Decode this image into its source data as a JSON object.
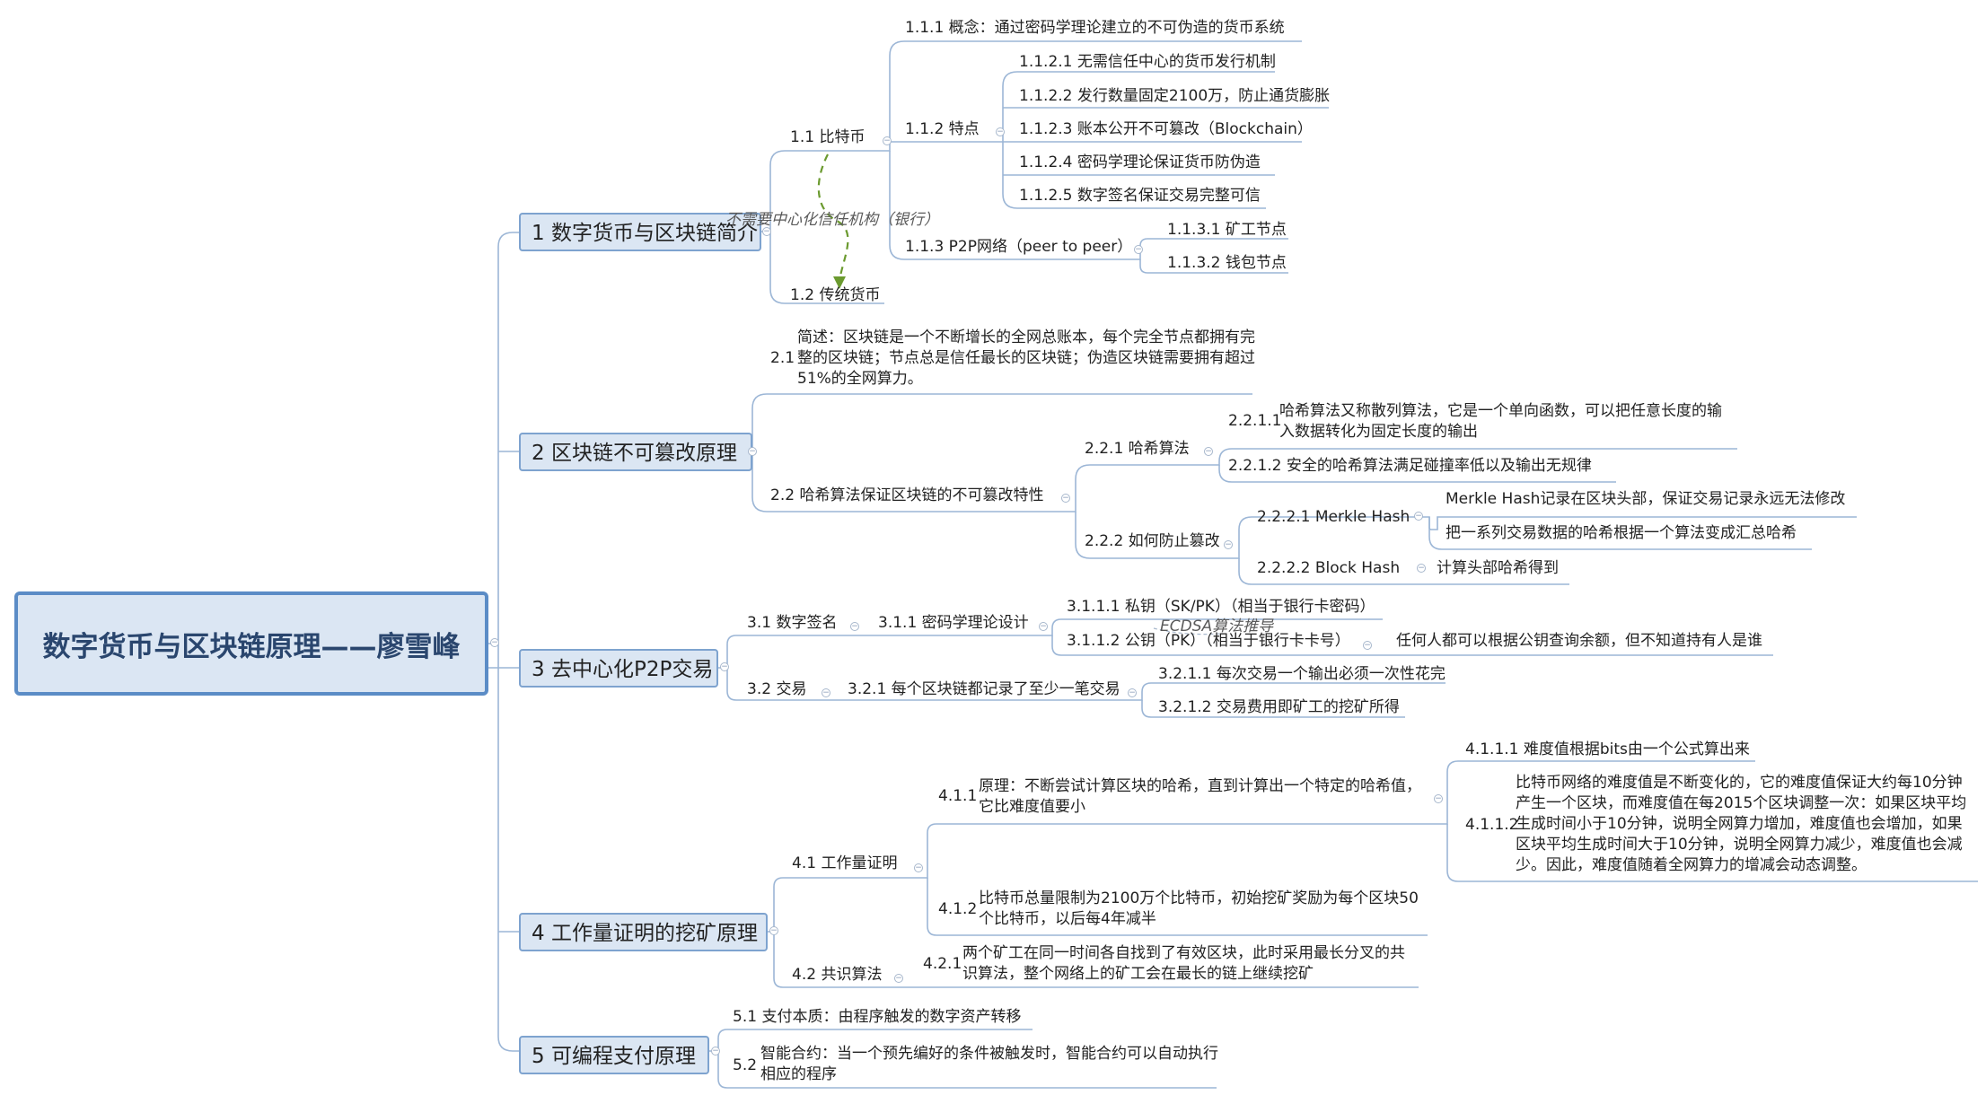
{
  "root": "数字货币与区块链原理——廖雪峰",
  "b1": {
    "label": "1 数字货币与区块链简介",
    "n11": "1.1 比特币",
    "n111": "1.1.1  概念：通过密码学理论建立的不可伪造的货币系统",
    "n112": "1.1.2  特点",
    "n1121": "1.1.2.1  无需信任中心的货币发行机制",
    "n1122": "1.1.2.2  发行数量固定2100万，防止通货膨胀",
    "n1123": "1.1.2.3  账本公开不可篡改（Blockchain）",
    "n1124": "1.1.2.4  密码学理论保证货币防伪造",
    "n1125": "1.1.2.5  数字签名保证交易完整可信",
    "n113": "1.1.3  P2P网络（peer to peer）",
    "n1131": "1.1.3.1  矿工节点",
    "n1132": "1.1.3.2  钱包节点",
    "n12": "1.2  传统货币",
    "relation": "不需要中心化信任机构（银行）"
  },
  "b2": {
    "label": "2 区块链不可篡改原理",
    "n21_num": "2.1",
    "n21_text": "简述：区块链是一个不断增长的全网总账本，每个完全节点都拥有完整的区块链；节点总是信任最长的区块链；伪造区块链需要拥有超过51%的全网算力。",
    "n22": "2.2  哈希算法保证区块链的不可篡改特性",
    "n221": "2.2.1  哈希算法",
    "n2211_num": "2.2.1.1",
    "n2211_text": "哈希算法又称散列算法，它是一个单向函数，可以把任意长度的输入数据转化为固定长度的输出",
    "n2212": "2.2.1.2  安全的哈希算法满足碰撞率低以及输出无规律",
    "n222": "2.2.2  如何防止篡改",
    "n2221": "2.2.2.1  Merkle Hash",
    "n2221a": "Merkle Hash记录在区块头部，保证交易记录永远无法修改",
    "n2221b": "把一系列交易数据的哈希根据一个算法变成汇总哈希",
    "n2222": "2.2.2.2  Block Hash",
    "n2222a": "计算头部哈希得到"
  },
  "b3": {
    "label": "3 去中心化P2P交易",
    "n31": "3.1  数字签名",
    "n311": "3.1.1  密码学理论设计",
    "n3111": "3.1.1.1  私钥（SK/PK）（相当于银行卡密码）",
    "n3112": "3.1.1.2  公钥（PK）（相当于银行卡卡号）",
    "n3112a": "任何人都可以根据公钥查询余额，但不知道持有人是谁",
    "relation": "ECDSA算法推导",
    "n32": "3.2  交易",
    "n321": "3.2.1  每个区块链都记录了至少一笔交易",
    "n3211": "3.2.1.1  每次交易一个输出必须一次性花完",
    "n3212": "3.2.1.2  交易费用即矿工的挖矿所得"
  },
  "b4": {
    "label": "4 工作量证明的挖矿原理",
    "n41": "4.1  工作量证明",
    "n411_num": "4.1.1",
    "n411_text": "原理：不断尝试计算区块的哈希，直到计算出一个特定的哈希值，它比难度值要小",
    "n4111": "4.1.1.1  难度值根据bits由一个公式算出来",
    "n4112_num": "4.1.1.2",
    "n4112_text": "比特币网络的难度值是不断变化的，它的难度值保证大约每10分钟产生一个区块，而难度值在每2015个区块调整一次：如果区块平均生成时间小于10分钟，说明全网算力增加，难度值也会增加，如果区块平均生成时间大于10分钟，说明全网算力减少，难度值也会减少。因此，难度值随着全网算力的增减会动态调整。",
    "n412_num": "4.1.2",
    "n412_text": "比特币总量限制为2100万个比特币，初始挖矿奖励为每个区块50个比特币，以后每4年减半",
    "n42": "4.2  共识算法",
    "n421_num": "4.2.1",
    "n421_text": "两个矿工在同一时间各自找到了有效区块，此时采用最长分叉的共识算法，整个网络上的矿工会在最长的链上继续挖矿"
  },
  "b5": {
    "label": "5 可编程支付原理",
    "n51": "5.1  支付本质：由程序触发的数字资产转移",
    "n52_num": "5.2",
    "n52_text": "智能合约：当一个预先编好的条件被触发时，智能合约可以自动执行相应的程序"
  },
  "colors": {
    "line": "#8fb0d6",
    "box_fill": "#dbe6f3",
    "box_border": "#7ea3cf",
    "relation": "#6b9a2f"
  }
}
